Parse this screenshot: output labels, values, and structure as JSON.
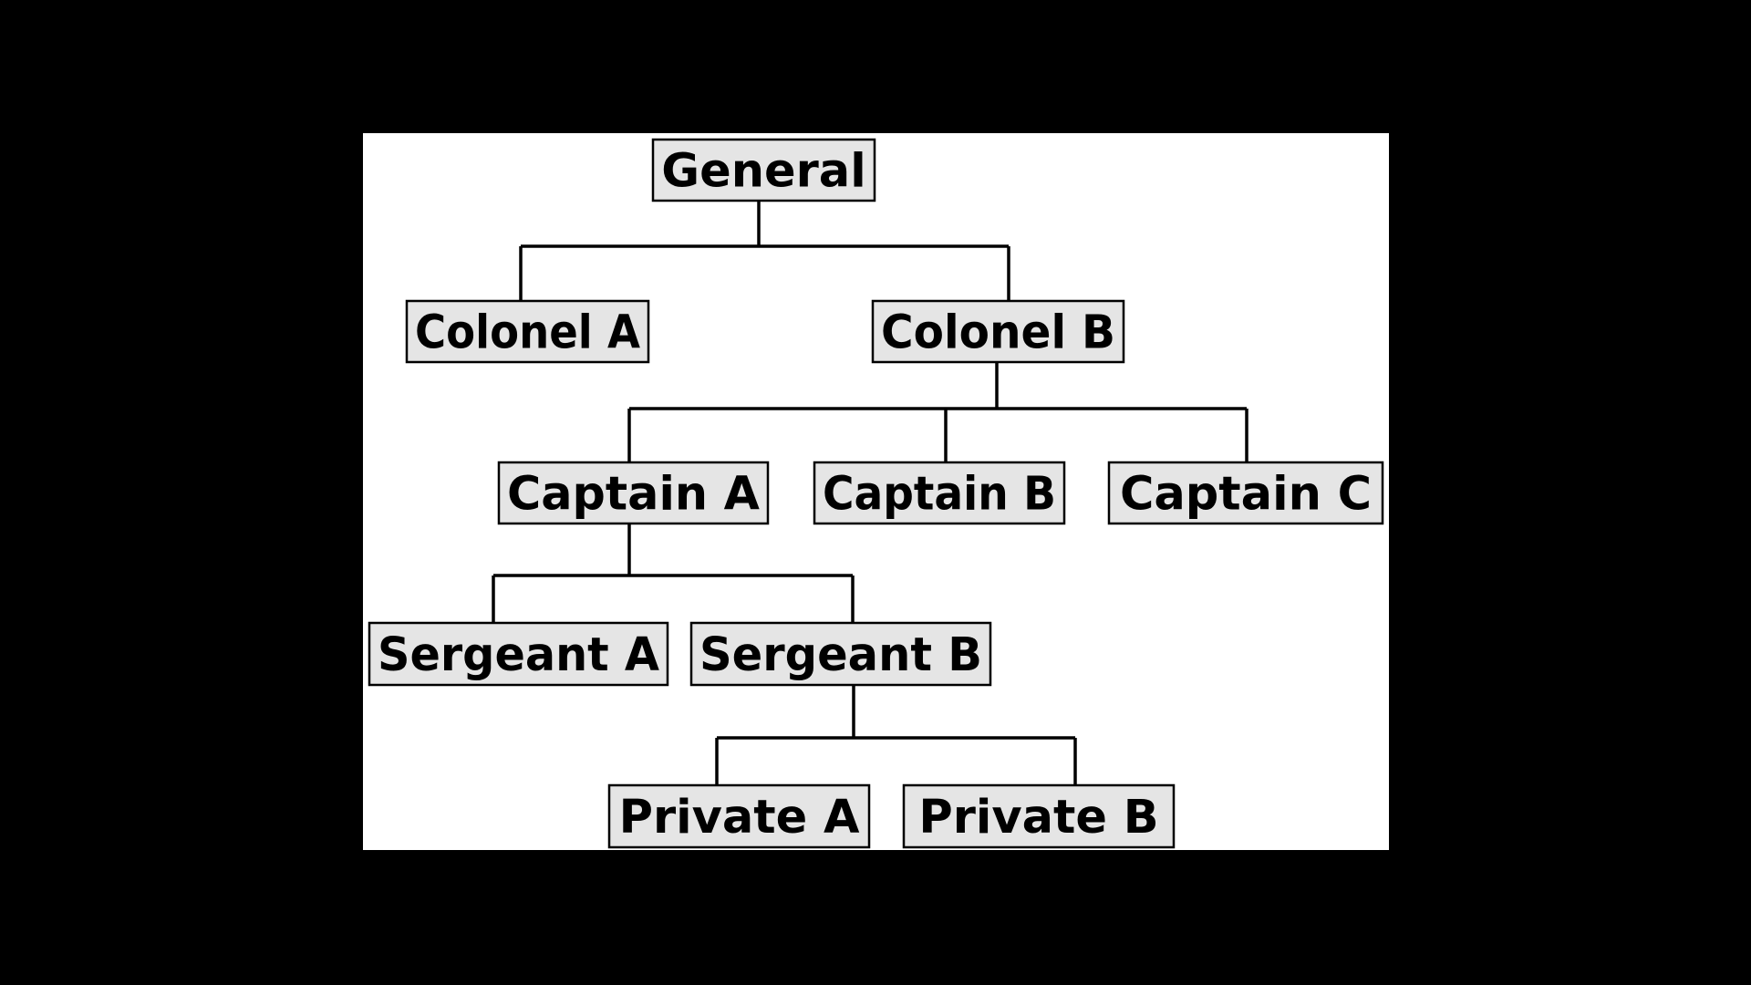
{
  "colors": {
    "background": "#000000",
    "canvas": "#ffffff",
    "node_fill": "#e5e5e5",
    "node_stroke": "#000000",
    "edge": "#000000",
    "text": "#000000"
  },
  "nodes": [
    {
      "id": "general",
      "label": "General"
    },
    {
      "id": "colonel-a",
      "label": "Colonel A",
      "parent": "general"
    },
    {
      "id": "colonel-b",
      "label": "Colonel B",
      "parent": "general"
    },
    {
      "id": "captain-a",
      "label": "Captain A",
      "parent": "colonel-b"
    },
    {
      "id": "captain-b",
      "label": "Captain B",
      "parent": "colonel-b"
    },
    {
      "id": "captain-c",
      "label": "Captain C",
      "parent": "colonel-b"
    },
    {
      "id": "sergeant-a",
      "label": "Sergeant A",
      "parent": "captain-a"
    },
    {
      "id": "sergeant-b",
      "label": "Sergeant B",
      "parent": "captain-a"
    },
    {
      "id": "private-a",
      "label": "Private A",
      "parent": "sergeant-b"
    },
    {
      "id": "private-b",
      "label": "Private B",
      "parent": "sergeant-b"
    }
  ]
}
